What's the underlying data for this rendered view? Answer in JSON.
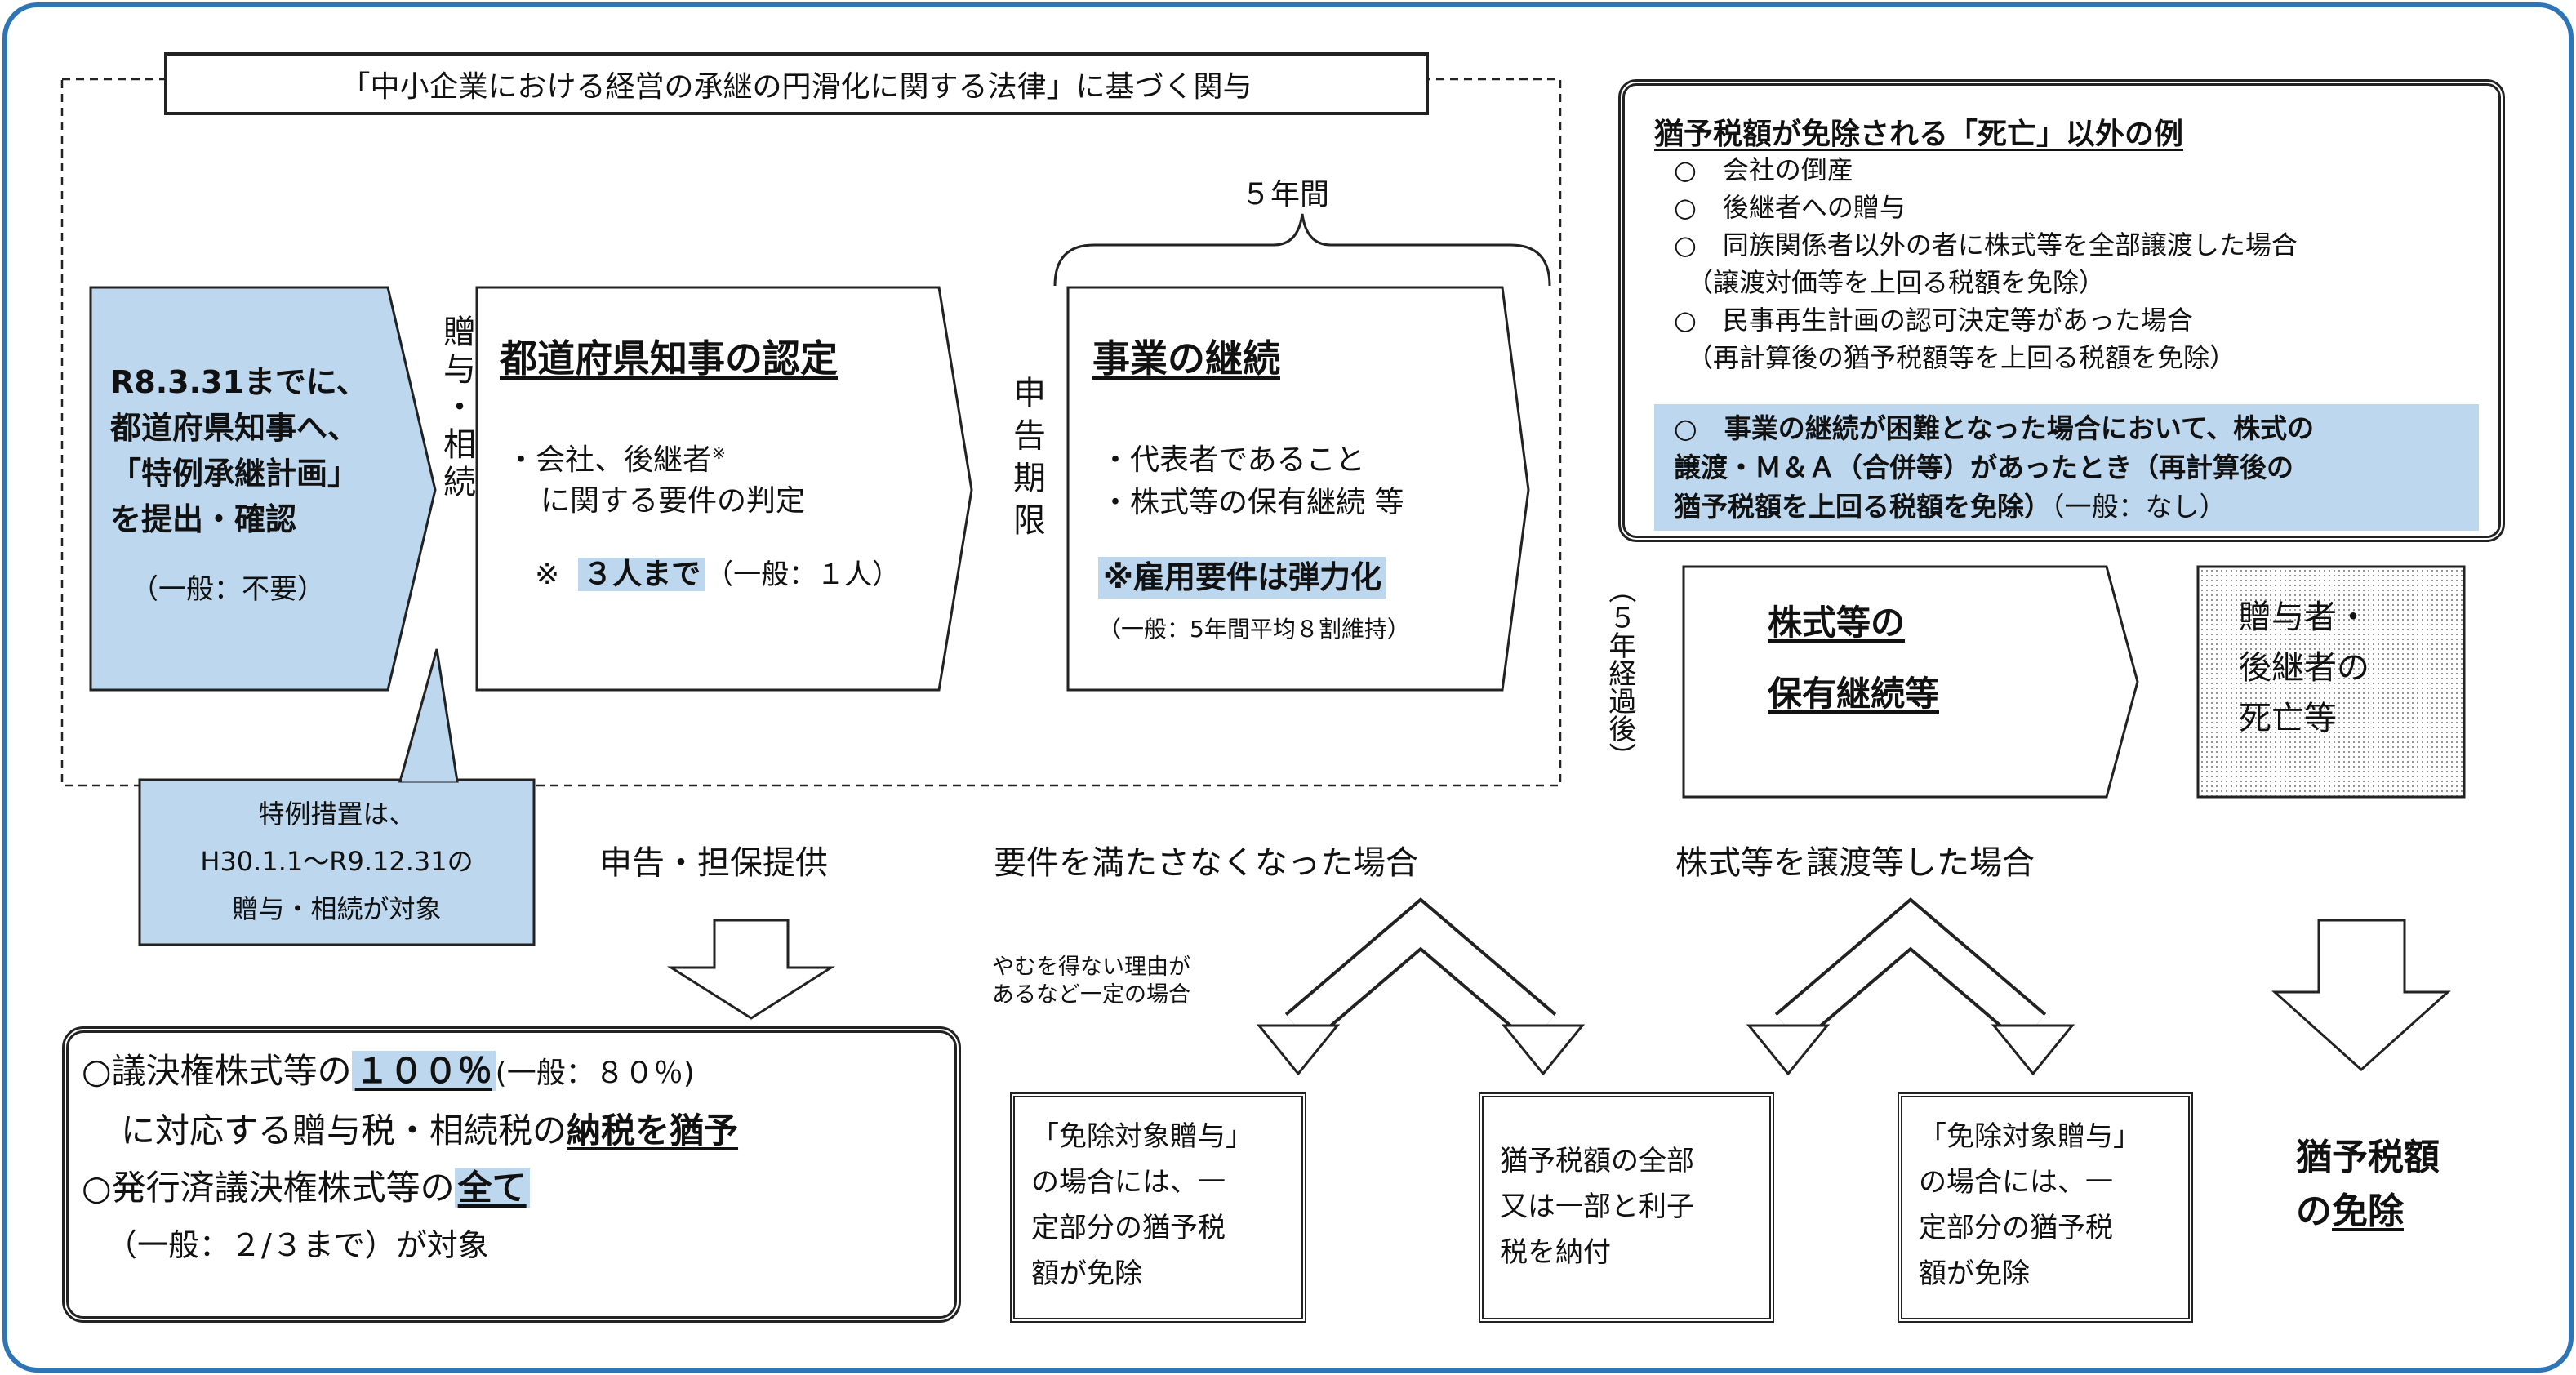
{
  "colors": {
    "frame": "#2e75b6",
    "highlight": "#bdd7ee",
    "line": "#222222"
  },
  "law_title": "「中小企業における経営の承継の円滑化に関する法律」に基づく関与",
  "plan_box": {
    "lines": [
      "R8.3.31までに、",
      "都道府県知事へ、",
      "「特例承継計画」",
      "を提出・確認"
    ],
    "note": "（一般：不要）"
  },
  "gift_inherit": "贈与・相続",
  "certification": {
    "title": "都道府県知事の認定",
    "line1": "・会社、後継者",
    "mark": "※",
    "line2": "に関する要件の判定",
    "note_mark": "※",
    "limit": "３人まで",
    "limit_general": "（一般：１人）"
  },
  "filing_deadline": "申告期限",
  "five_years": "５年間",
  "continuation": {
    "title": "事業の継続",
    "line1": "・代表者であること",
    "line2": "・株式等の保有継続 等",
    "employment": "※雇用要件は弾力化",
    "employment_general": "（一般：5年間平均８割維持）"
  },
  "callout": {
    "lines": [
      "特例措置は、",
      "H30.1.1～R9.12.31の",
      "贈与・相続が対象"
    ]
  },
  "exemption_examples": {
    "title": "猶予税額が免除される「死亡」以外の例",
    "items": [
      "○　会社の倒産",
      "○　後継者への贈与",
      "○　同族関係者以外の者に株式等を全部譲渡した場合",
      "　（譲渡対価等を上回る税額を免除）",
      "○　民事再生計画の認可決定等があった場合",
      "　（再計算後の猶予税額等を上回る税額を免除）"
    ],
    "highlight_lines": [
      "○　事業の継続が困難となった場合において、株式の",
      "譲渡・Ｍ＆Ａ（合併等）があったとき（再計算後の",
      "猶予税額を上回る税額を免除）"
    ],
    "highlight_general": "（一般：なし）"
  },
  "after_five_years": "（５年経過後）",
  "holding": {
    "line1": "株式等の",
    "line2": "保有継続等"
  },
  "death": {
    "lines": [
      "贈与者・",
      "後継者の",
      "死亡等"
    ]
  },
  "labels": {
    "filing": "申告・担保提供",
    "not_met": "要件を満たさなくなった場合",
    "transfer": "株式等を譲渡等した場合",
    "unavoidable": [
      "やむを得ない理由が",
      "あるなど一定の場合"
    ]
  },
  "deferral": {
    "l1_pre": "○議決権株式等の",
    "l1_pct": "１００％",
    "l1_gen": "(一般：８０％)",
    "l2_pre": "に対応する贈与税・相続税の",
    "l2_bold": "納税を猶予",
    "l3_pre": "○発行済議決権株式等の",
    "l3_bold": "全て",
    "l4": "（一般：２/３まで）が対象"
  },
  "outcome_boxes": [
    {
      "lines": [
        "「免除対象贈与」",
        "の場合には、一",
        "定部分の猶予税",
        "額が免除"
      ]
    },
    {
      "lines": [
        "猶予税額の全部",
        "又は一部と利子",
        "税を納付"
      ]
    },
    {
      "lines": [
        "「免除対象贈与」",
        "の場合には、一",
        "定部分の猶予税",
        "額が免除"
      ]
    }
  ],
  "final": {
    "line1": "猶予税額",
    "line2_pre": "の",
    "line2_u": "免除"
  }
}
